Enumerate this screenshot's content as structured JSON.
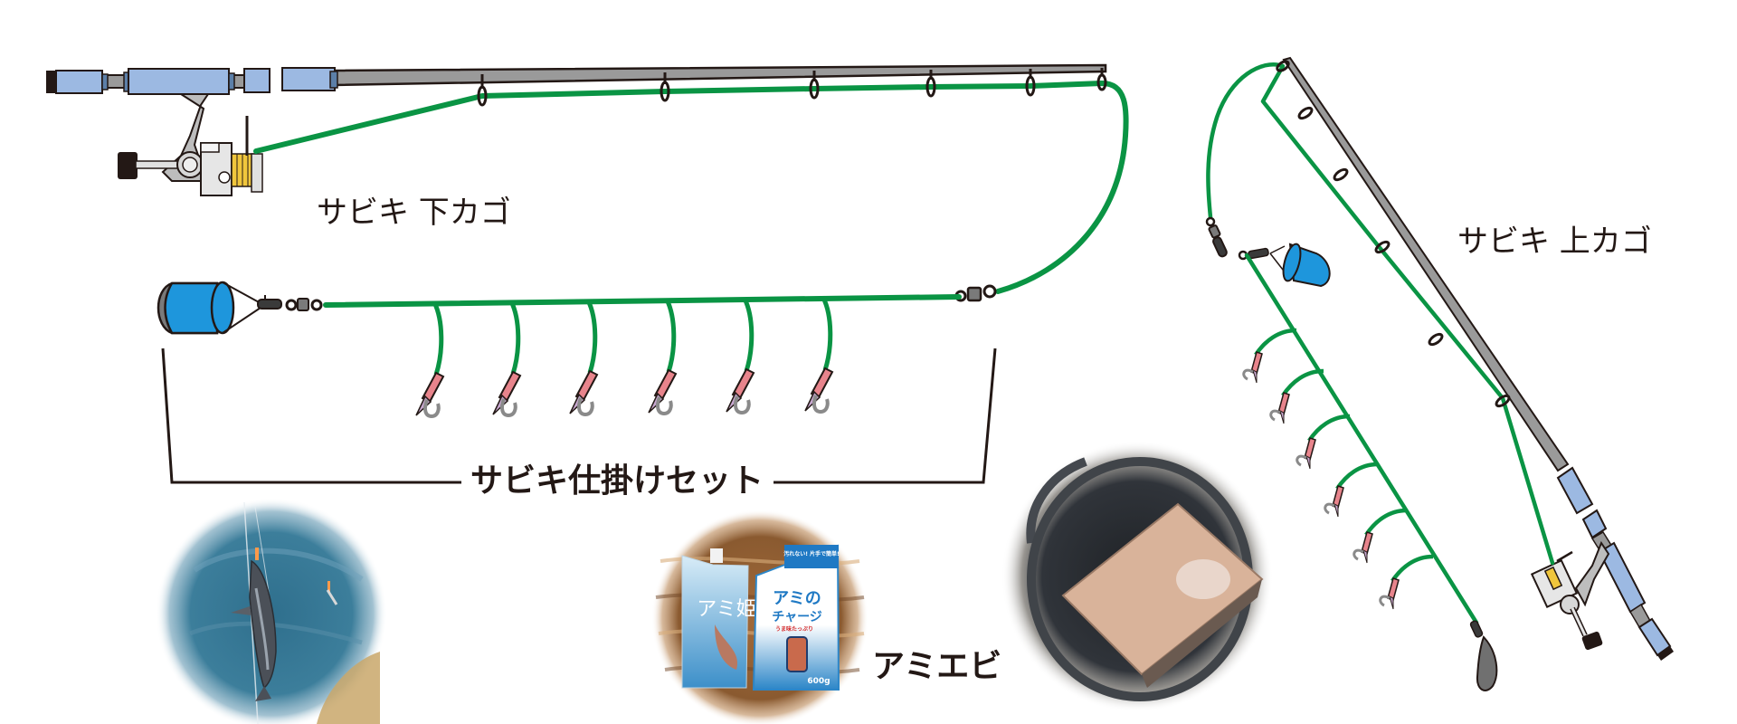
{
  "diagram": {
    "labels": {
      "bottom_cage_rig": "サビキ 下カゴ",
      "top_cage_rig": "サビキ 上カゴ",
      "sabiki_set": "サビキ仕掛けセット",
      "ami_ebi": "アミエビ"
    },
    "left_rig": {
      "name": "bottom-cage-sabiki",
      "guides_x": [
        533,
        735,
        900,
        1029,
        1139,
        1218
      ],
      "hook_branches_x": [
        480,
        565,
        650,
        737,
        823,
        910
      ],
      "hook_count": 6
    },
    "right_rig": {
      "name": "top-cage-sabiki",
      "hook_count": 6
    },
    "photos": [
      {
        "name": "caught-fish-photo",
        "description": "fish hooked on sabiki over water"
      },
      {
        "name": "bait-packages-photo",
        "description": "krill bait pouches"
      },
      {
        "name": "frozen-krill-bucket-photo",
        "description": "frozen krill block in bucket"
      }
    ],
    "package_texts": {
      "pouch_left_title": "アミ姫",
      "pouch_right_banner": "汚れない! 片手で簡単!",
      "pouch_right_title_1": "アミの",
      "pouch_right_title_2": "チャージ",
      "pouch_right_sub": "うま味たっぷり",
      "pouch_right_weight": "600g"
    },
    "colors": {
      "line_green": "#0a9444",
      "cage_blue": "#1e96dc",
      "grip_blue": "#9cb9e2",
      "rod_gray": "#9a9a9a",
      "outline": "#231815",
      "lure_pink": "#e8848c",
      "lure_purple": "#c8a8d0"
    }
  }
}
